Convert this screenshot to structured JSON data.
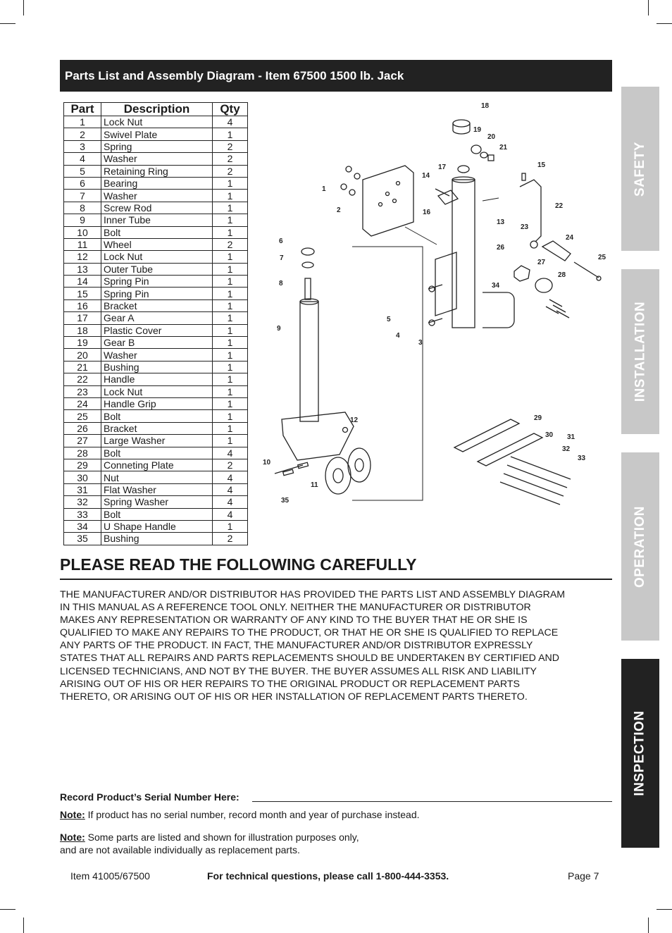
{
  "header": {
    "title": "Parts List and Assembly Diagram - Item 67500 1500 lb. Jack"
  },
  "table": {
    "headers": [
      "Part",
      "Description",
      "Qty"
    ],
    "rows": [
      [
        "1",
        "Lock Nut",
        "4"
      ],
      [
        "2",
        "Swivel Plate",
        "1"
      ],
      [
        "3",
        "Spring",
        "2"
      ],
      [
        "4",
        "Washer",
        "2"
      ],
      [
        "5",
        "Retaining Ring",
        "2"
      ],
      [
        "6",
        "Bearing",
        "1"
      ],
      [
        "7",
        "Washer",
        "1"
      ],
      [
        "8",
        "Screw Rod",
        "1"
      ],
      [
        "9",
        "Inner Tube",
        "1"
      ],
      [
        "10",
        "Bolt",
        "1"
      ],
      [
        "11",
        "Wheel",
        "2"
      ],
      [
        "12",
        "Lock Nut",
        "1"
      ],
      [
        "13",
        "Outer Tube",
        "1"
      ],
      [
        "14",
        "Spring Pin",
        "1"
      ],
      [
        "15",
        "Spring Pin",
        "1"
      ],
      [
        "16",
        "Bracket",
        "1"
      ],
      [
        "17",
        "Gear A",
        "1"
      ],
      [
        "18",
        "Plastic Cover",
        "1"
      ],
      [
        "19",
        "Gear B",
        "1"
      ],
      [
        "20",
        "Washer",
        "1"
      ],
      [
        "21",
        "Bushing",
        "1"
      ],
      [
        "22",
        "Handle",
        "1"
      ],
      [
        "23",
        "Lock Nut",
        "1"
      ],
      [
        "24",
        "Handle Grip",
        "1"
      ],
      [
        "25",
        "Bolt",
        "1"
      ],
      [
        "26",
        "Bracket",
        "1"
      ],
      [
        "27",
        "Large Washer",
        "1"
      ],
      [
        "28",
        "Bolt",
        "4"
      ],
      [
        "29",
        "Conneting Plate",
        "2"
      ],
      [
        "30",
        "Nut",
        "4"
      ],
      [
        "31",
        "Flat Washer",
        "4"
      ],
      [
        "32",
        "Spring Washer",
        "4"
      ],
      [
        "33",
        "Bolt",
        "4"
      ],
      [
        "34",
        "U Shape Handle",
        "1"
      ],
      [
        "35",
        "Bushing",
        "2"
      ]
    ]
  },
  "diagram_labels": [
    "1",
    "2",
    "3",
    "4",
    "5",
    "6",
    "7",
    "8",
    "9",
    "10",
    "11",
    "12",
    "13",
    "14",
    "15",
    "16",
    "17",
    "18",
    "19",
    "20",
    "21",
    "22",
    "23",
    "24",
    "25",
    "26",
    "27",
    "28",
    "29",
    "30",
    "31",
    "32",
    "33",
    "34",
    "35"
  ],
  "notice": {
    "title": "PLEASE READ THE FOLLOWING CAREFULLY",
    "lines": [
      "THE MANUFACTURER AND/OR DISTRIBUTOR HAS PROVIDED THE PARTS LIST AND ASSEMBLY DIAGRAM",
      "IN THIS MANUAL AS A REFERENCE TOOL ONLY.  NEITHER THE MANUFACTURER OR DISTRIBUTOR",
      "MAKES ANY REPRESENTATION OR WARRANTY OF ANY KIND TO THE BUYER THAT HE OR SHE IS",
      "QUALIFIED TO MAKE ANY REPAIRS TO THE PRODUCT, OR THAT HE OR SHE IS QUALIFIED TO REPLACE",
      "ANY PARTS OF THE PRODUCT.  IN FACT, THE MANUFACTURER AND/OR DISTRIBUTOR EXPRESSLY",
      "STATES THAT ALL REPAIRS AND PARTS REPLACEMENTS SHOULD BE UNDERTAKEN BY CERTIFIED AND",
      "LICENSED TECHNICIANS, AND NOT BY THE BUYER.  THE BUYER ASSUMES ALL RISK AND LIABILITY",
      "ARISING OUT OF HIS OR HER REPAIRS TO THE ORIGINAL PRODUCT OR REPLACEMENT PARTS",
      "THERETO, OR ARISING OUT OF HIS OR HER INSTALLATION OF REPLACEMENT PARTS THERETO."
    ]
  },
  "serial": {
    "label": "Record Product’s Serial Number Here:"
  },
  "notes": {
    "label": "Note:",
    "note1": "If product has no serial number, record month and year of purchase instead.",
    "note2_line1": "Some parts are listed and shown for illustration purposes only,",
    "note2_line2": "and are not available individually as replacement parts."
  },
  "footer": {
    "item": "Item 41005/67500",
    "phone": "For technical questions, please call 1-800-444-3353.",
    "page": "Page 7"
  },
  "tabs": {
    "safety": "SAFETY",
    "installation": "INSTALLATION",
    "operation": "OPERATION",
    "inspection": "INSPECTION",
    "colors": {
      "inactive": "#c8c8c8",
      "active": "#222222"
    }
  }
}
